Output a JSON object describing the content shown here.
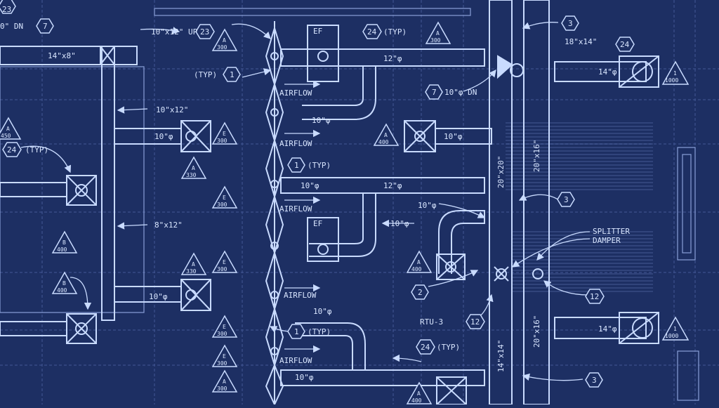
{
  "colors": {
    "background": "#1d2f63",
    "line": "#c9dbff",
    "grid": "#5e74b4",
    "dashed": "#8aa0d8"
  },
  "labels": {
    "dn_top": "0\" DN",
    "up_label": "10\"x12\" UP",
    "typ_top": "(TYP)",
    "duct_14x8": "14\"x8\"",
    "duct_12_top": "12\"φ",
    "dn_10": "10\"φ DN",
    "duct_18x14": "18\"x14\"",
    "duct_14_right_top": "14\"φ",
    "duct_10x12": "10\"x12\"",
    "duct_10_a": "10\"φ",
    "duct_10_b": "10\"φ",
    "duct_10_c": "10\"φ",
    "typ_left": "(TYP)",
    "typ_mid": "(TYP)",
    "duct_10_mid": "10\"φ",
    "duct_12_mid": "12\"φ",
    "duct_10_mid2": "10\"φ",
    "duct_8x12": "8\"x12\"",
    "duct_10_d": "10\"φ",
    "duct_10_low": "10\"φ",
    "typ_low": "(TYP)",
    "rtu": "RTU-3",
    "typ_bottom": "(TYP)",
    "duct_10_bottom": "10\"φ",
    "duct_14_right_bottom": "14\"φ",
    "splitter_1": "SPLITTER",
    "splitter_2": "DAMPER",
    "v_20x20": "20\"x20\"",
    "v_20x16_top": "20\"x16\"",
    "v_20x16_bottom": "20\"x16\"",
    "v_14x14": "14\"x14\"",
    "airflow_1": "AIRFLOW",
    "airflow_2": "AIRFLOW",
    "airflow_3": "AIRFLOW",
    "airflow_4": "AIRFLOW",
    "airflow_5": "AIRFLOW",
    "ef_1": "EF",
    "ef_2": "EF"
  },
  "hex_tags": {
    "h23a": "23",
    "h7": "7",
    "h23b": "23",
    "h1a": "1",
    "h24a": "24",
    "h7b": "7",
    "h3a": "3",
    "h24b": "24",
    "h24c": "24",
    "h1b": "1",
    "h3b": "3",
    "h2": "2",
    "h12a": "12",
    "h12b": "12",
    "h1c": "1",
    "h24d": "24",
    "h3c": "3"
  },
  "diffusers": {
    "d1_top": "A",
    "d1_bot": "300",
    "d2_top": "A",
    "d2_bot": "300",
    "d3_top": "A",
    "d3_bot": "450",
    "d4_top": "E",
    "d4_bot": "300",
    "d5_top": "A",
    "d5_bot": "400",
    "d6_top": "A",
    "d6_bot": "330",
    "d7_top": "E",
    "d7_bot": "300",
    "d8_top": "B",
    "d8_bot": "400",
    "d9_top": "A",
    "d9_bot": "330",
    "d10_top": "E",
    "d10_bot": "300",
    "d11_top": "B",
    "d11_bot": "400",
    "d12_top": "E",
    "d12_bot": "300",
    "d13_top": "E",
    "d13_bot": "300",
    "d14_top": "A",
    "d14_bot": "400",
    "d15_top": "1",
    "d15_bot": "1000",
    "d16_top": "1",
    "d16_bot": "1000",
    "d17_top": "A",
    "d17_bot": "300",
    "d18_top": "A",
    "d18_bot": "400"
  }
}
